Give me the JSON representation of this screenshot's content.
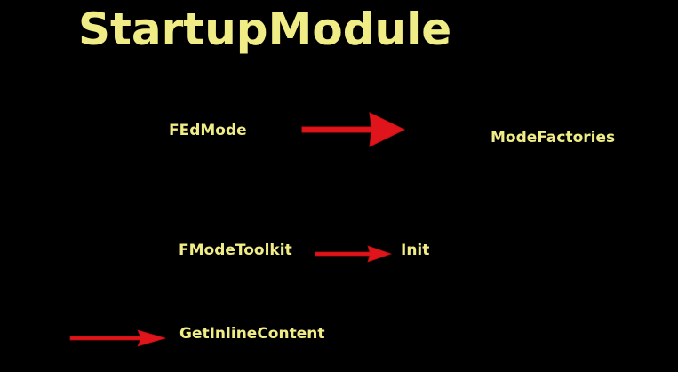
{
  "title": "StartupModule",
  "nodes": {
    "fedmode": "FEdMode",
    "mode_factories": "ModeFactories",
    "fmode_toolkit": "FModeToolkit",
    "init": "Init",
    "get_inline_content": "GetInlineContent"
  },
  "colors": {
    "background": "#000000",
    "text": "#f0ec86",
    "arrow": "#e0151b"
  }
}
